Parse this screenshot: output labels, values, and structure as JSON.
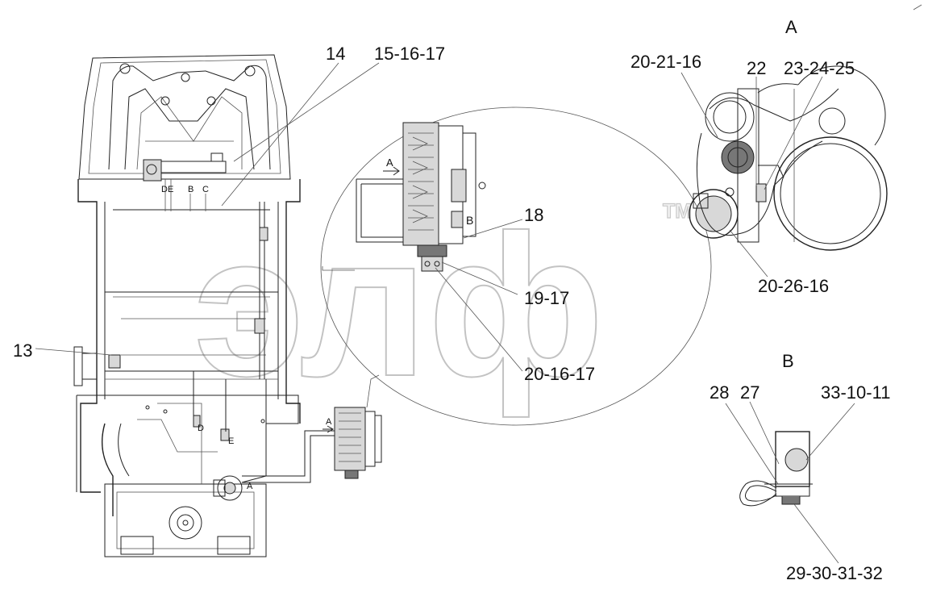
{
  "views": {
    "a_title": "A",
    "b_title": "B"
  },
  "callouts": {
    "c13": "13",
    "c14": "14",
    "c15": "15-16-17",
    "c18": "18",
    "c19": "19-17",
    "c20_16_17": "20-16-17",
    "c20_21_16": "20-21-16",
    "c22": "22",
    "c23": "23-24-25",
    "c20_26_16": "20-26-16",
    "c28": "28",
    "c27": "27",
    "c33": "33-10-11",
    "c29": "29-30-31-32"
  },
  "small_marks": {
    "d": "D",
    "e": "E",
    "b": "B",
    "c": "C",
    "view_a_arrow": "A",
    "view_b_mark": "B",
    "view_a_arrow_small": "A",
    "d_lower": "D",
    "e_lower": "E",
    "a_engine": "A"
  },
  "watermark": {
    "text": "элф",
    "tm": "TM"
  },
  "colors": {
    "line": "#222222",
    "watermark_stroke": "#c4c4c4"
  }
}
